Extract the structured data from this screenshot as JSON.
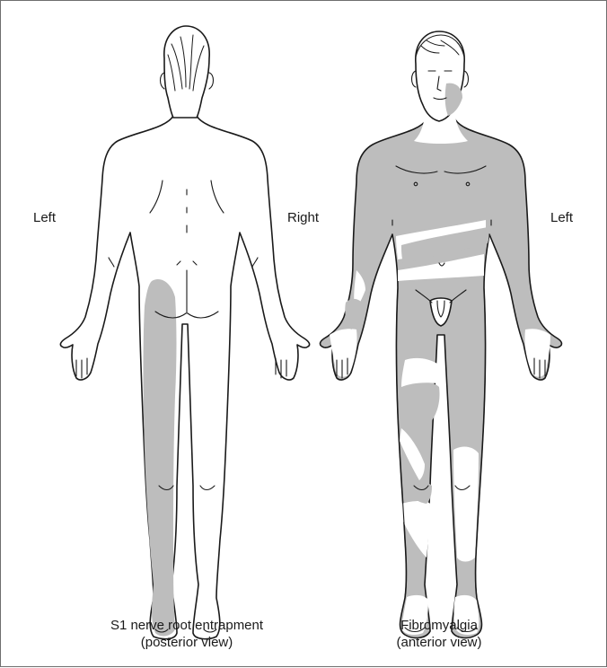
{
  "figures": [
    {
      "left_label": "Left",
      "right_label": "Right",
      "caption_line1": "S1 nerve root entrapment",
      "caption_line2": "(posterior view)"
    },
    {
      "right_label": "Left",
      "caption_line1": "Fibromyalgia",
      "caption_line2": "(anterior view)"
    }
  ],
  "colors": {
    "shading": "#bdbdbd",
    "outline": "#1a1a1a",
    "border": "#6f6f6f"
  }
}
